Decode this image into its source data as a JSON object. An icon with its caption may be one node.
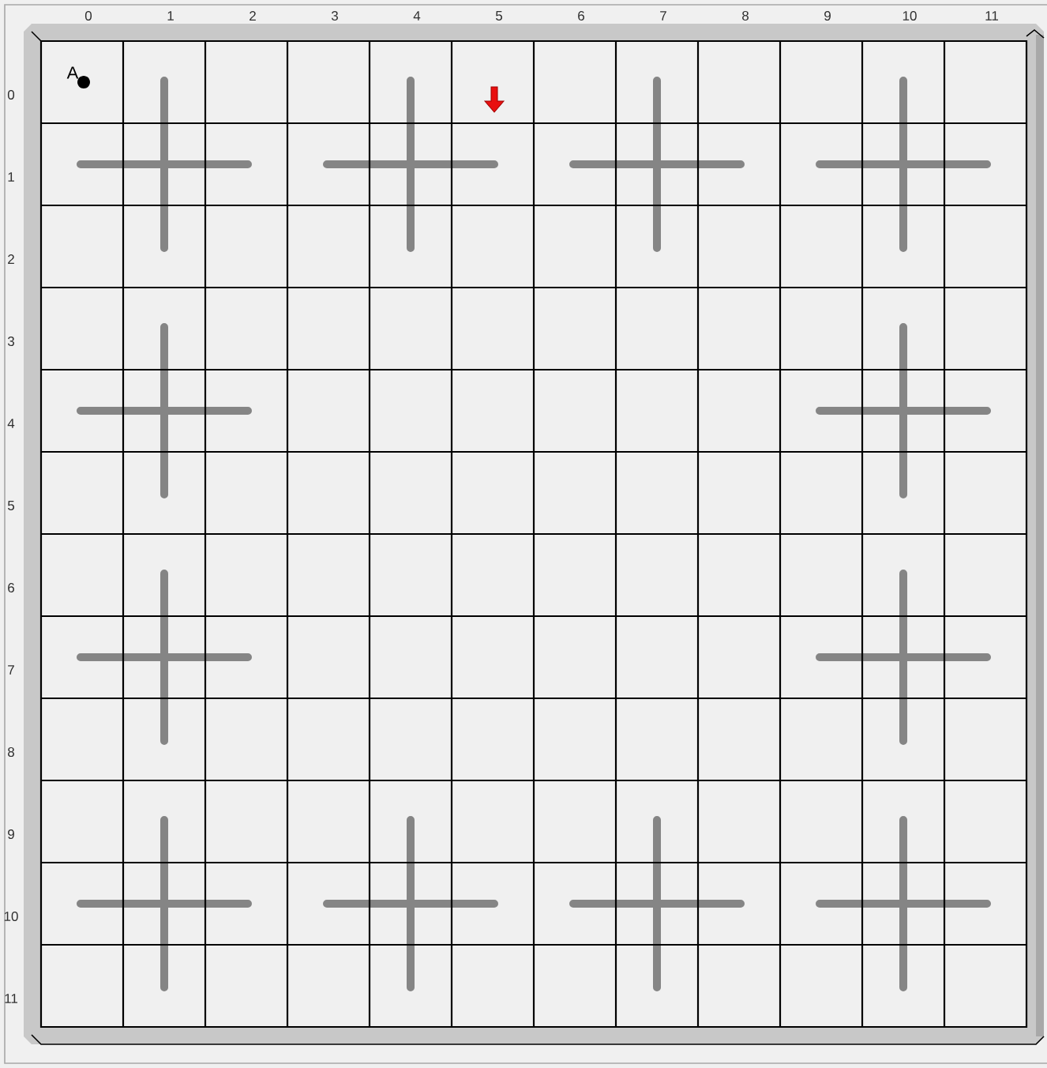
{
  "diagram": {
    "labels": [
      "0",
      "1",
      "2",
      "3",
      "4",
      "5",
      "6",
      "7",
      "8",
      "9",
      "10",
      "11",
      "A",
      "0",
      "1",
      "2",
      "3",
      "4",
      "5",
      "6",
      "7",
      "8",
      "9",
      "10",
      "11"
    ]
  }
}
